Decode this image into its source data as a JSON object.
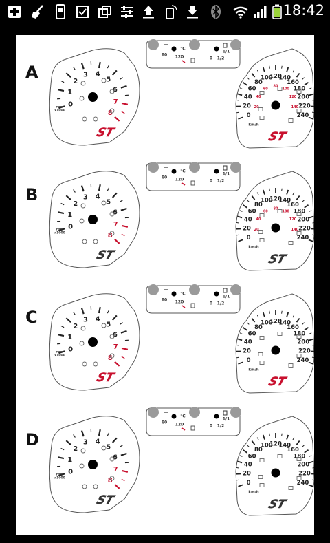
{
  "status_bar": {
    "time": "18:42",
    "icons": [
      "add-icon",
      "broom-icon",
      "phone-icon",
      "checkbox-icon",
      "copy-icon",
      "sliders-icon",
      "upload-icon",
      "rotate-icon",
      "download-icon",
      "bluetooth-icon",
      "wifi-icon",
      "signal-icon",
      "battery-icon"
    ]
  },
  "colors": {
    "accent_red": "#c8102e",
    "dial_line": "#555555",
    "knob_grey": "#9a9a9a"
  },
  "rows": [
    {
      "label": "A",
      "tach": {
        "numbers": [
          "0",
          "1",
          "2",
          "3",
          "4",
          "5",
          "6",
          "7",
          "8"
        ],
        "red_from": 7,
        "unit_top": "rpm",
        "unit_bottom": "x1000",
        "logo": "ST",
        "logo_color": "red"
      },
      "speedo": {
        "numbers": [
          "0",
          "20",
          "40",
          "60",
          "80",
          "100",
          "120",
          "140",
          "160",
          "180",
          "200",
          "220",
          "240"
        ],
        "inner": [
          "20",
          "40",
          "60",
          "80",
          "100",
          "120",
          "140"
        ],
        "unit": "km/h",
        "logo": "ST",
        "logo_color": "red"
      },
      "center": {
        "temp_low": "60",
        "temp_high": "120",
        "temp_unit": "°C",
        "fuel_empty": "0",
        "fuel_half": "1/2",
        "fuel_full": "1/1"
      }
    },
    {
      "label": "B",
      "tach": {
        "numbers": [
          "0",
          "1",
          "2",
          "3",
          "4",
          "5",
          "6",
          "7",
          "8"
        ],
        "red_from": 7,
        "unit_top": "rpm",
        "unit_bottom": "x1000",
        "logo": "ST",
        "logo_color": "black"
      },
      "speedo": {
        "numbers": [
          "0",
          "20",
          "40",
          "60",
          "80",
          "100",
          "120",
          "140",
          "160",
          "180",
          "200",
          "220",
          "240"
        ],
        "inner": [
          "20",
          "40",
          "60",
          "80",
          "100",
          "120",
          "140"
        ],
        "unit": "km/h",
        "logo": "ST",
        "logo_color": "black"
      },
      "center": {
        "temp_low": "60",
        "temp_high": "120",
        "temp_unit": "°C",
        "fuel_empty": "0",
        "fuel_half": "1/2",
        "fuel_full": "1/1"
      }
    },
    {
      "label": "C",
      "tach": {
        "numbers": [
          "0",
          "1",
          "2",
          "3",
          "4",
          "5",
          "6",
          "7",
          "8"
        ],
        "red_from": 7,
        "unit_top": "rpm",
        "unit_bottom": "x1000",
        "logo": "ST",
        "logo_color": "red"
      },
      "speedo": {
        "numbers": [
          "0",
          "20",
          "40",
          "60",
          "80",
          "100",
          "120",
          "140",
          "160",
          "180",
          "200",
          "220",
          "240"
        ],
        "inner": [],
        "unit": "km/h",
        "logo": "ST",
        "logo_color": "red"
      },
      "center": {
        "temp_low": "60",
        "temp_high": "120",
        "temp_unit": "°C",
        "fuel_empty": "0",
        "fuel_half": "1/2",
        "fuel_full": "1/1"
      }
    },
    {
      "label": "D",
      "tach": {
        "numbers": [
          "0",
          "1",
          "2",
          "3",
          "4",
          "5",
          "6",
          "7",
          "8"
        ],
        "red_from": 7,
        "unit_top": "rpm",
        "unit_bottom": "x1000",
        "logo": "ST",
        "logo_color": "black"
      },
      "speedo": {
        "numbers": [
          "0",
          "20",
          "40",
          "60",
          "80",
          "100",
          "120",
          "140",
          "160",
          "180",
          "200",
          "220",
          "240"
        ],
        "inner": [],
        "unit": "km/h",
        "logo": "ST",
        "logo_color": "black"
      },
      "center": {
        "temp_low": "60",
        "temp_high": "120",
        "temp_unit": "°C",
        "fuel_empty": "0",
        "fuel_half": "1/2",
        "fuel_full": "1/1"
      }
    }
  ]
}
